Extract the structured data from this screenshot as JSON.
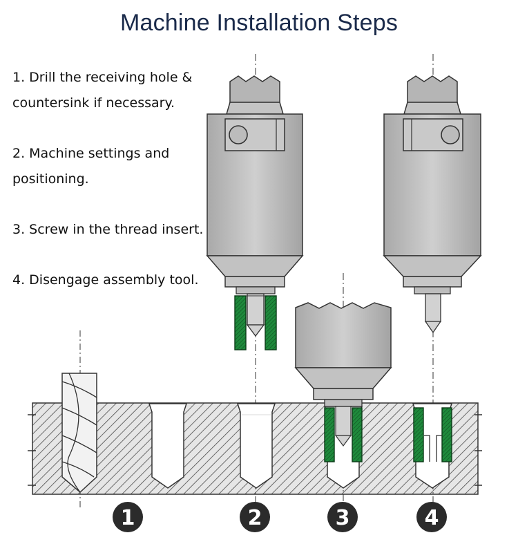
{
  "title": "Machine Installation Steps",
  "steps": [
    "1. Drill the receiving hole & countersink if necessary.",
    "2. Machine settings and positioning.",
    "3.  Screw in the thread insert.",
    "4. Disengage assembly tool."
  ],
  "markers": [
    "1",
    "2",
    "3",
    "4"
  ],
  "colors": {
    "title": "#1a2a4a",
    "tool_body": "#b9b9b9",
    "insert": "#1f8a3c",
    "workpiece_hatch": "#555555",
    "marker": "#2b2b2b"
  }
}
